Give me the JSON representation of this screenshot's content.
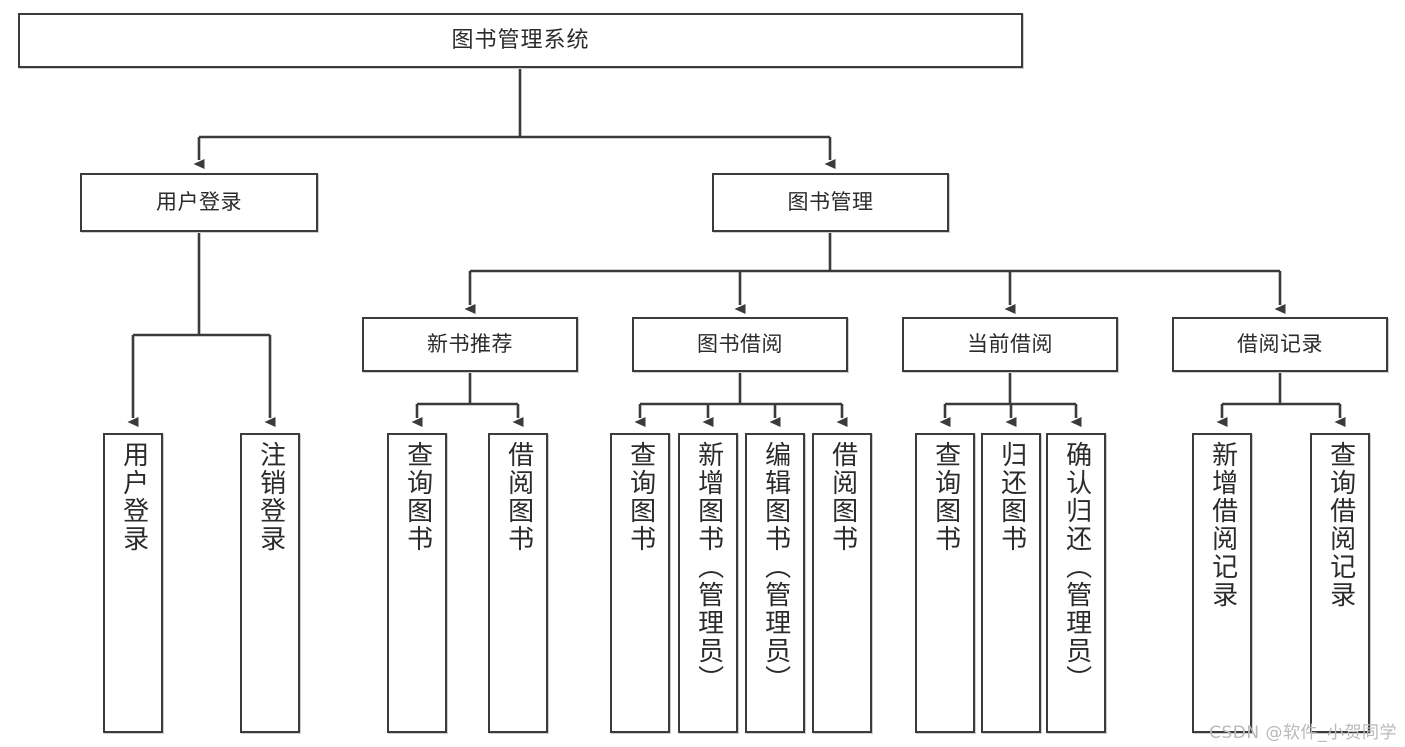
{
  "diagram": {
    "title": "图书管理系统",
    "type": "tree-hierarchy-chart",
    "root": {
      "id": "root",
      "label": "图书管理系统"
    },
    "level2": [
      {
        "id": "user-login",
        "label": "用户登录"
      },
      {
        "id": "book-manage",
        "label": "图书管理"
      }
    ],
    "level3": [
      {
        "id": "new-book-recommend",
        "label": "新书推荐",
        "parent": "book-manage"
      },
      {
        "id": "book-borrow",
        "label": "图书借阅",
        "parent": "book-manage"
      },
      {
        "id": "current-borrow",
        "label": "当前借阅",
        "parent": "book-manage"
      },
      {
        "id": "borrow-record",
        "label": "借阅记录",
        "parent": "book-manage"
      }
    ],
    "leaves": {
      "user_login": [
        {
          "id": "leaf-user-login",
          "label": "用户登录"
        },
        {
          "id": "leaf-user-logout",
          "label": "注销登录"
        }
      ],
      "new_book_recommend": [
        {
          "id": "leaf-query-book-1",
          "label": "查询图书"
        },
        {
          "id": "leaf-borrow-book-1",
          "label": "借阅图书"
        }
      ],
      "book_borrow": [
        {
          "id": "leaf-query-book-2",
          "label": "查询图书"
        },
        {
          "id": "leaf-add-book",
          "label": "新增图书（管理员）"
        },
        {
          "id": "leaf-edit-book",
          "label": "编辑图书（管理员）"
        },
        {
          "id": "leaf-borrow-book-2",
          "label": "借阅图书"
        }
      ],
      "current_borrow": [
        {
          "id": "leaf-query-book-3",
          "label": "查询图书"
        },
        {
          "id": "leaf-return-book",
          "label": "归还图书"
        },
        {
          "id": "leaf-confirm-return",
          "label": "确认归还（管理员）"
        }
      ],
      "borrow_record": [
        {
          "id": "leaf-add-record",
          "label": "新增借阅记录"
        },
        {
          "id": "leaf-query-record",
          "label": "查询借阅记录"
        }
      ]
    }
  },
  "watermark": {
    "text": "CSDN @软件_小贺同学"
  },
  "colors": {
    "box_border": "#3b3b3b",
    "box_fill": "#ffffff",
    "edge": "#3b3b3b",
    "text": "#2b2b2b",
    "watermark": "#b9b9b9",
    "background": "#ffffff"
  }
}
